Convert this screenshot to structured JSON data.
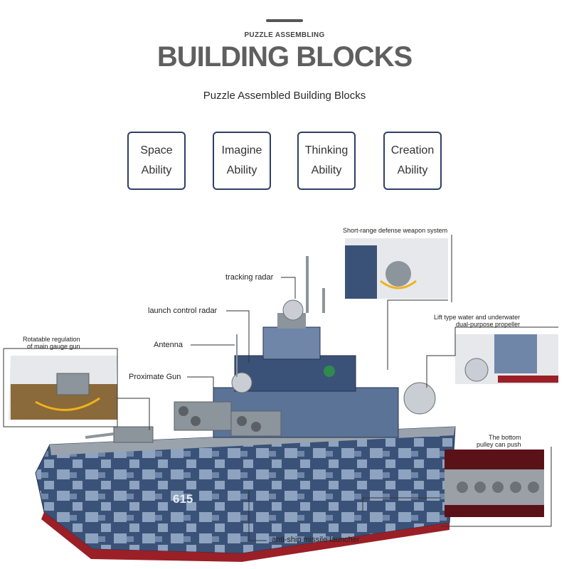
{
  "header": {
    "kicker": "PUZZLE ASSEMBLING",
    "title": "BUILDING BLOCKS",
    "subtitle": "Puzzle Assembled Building Blocks"
  },
  "abilities": [
    {
      "line1": "Space",
      "line2": "Ability"
    },
    {
      "line1": "Imagine",
      "line2": "Ability"
    },
    {
      "line1": "Thinking",
      "line2": "Ability"
    },
    {
      "line1": "Creation",
      "line2": "Ability"
    }
  ],
  "callouts": {
    "short_range": "Short-range defense weapon system",
    "tracking_radar": "tracking radar",
    "launch_control": "launch control radar",
    "antenna": "Antenna",
    "proximate_gun": "Proximate Gun",
    "rotatable_line1": "Rotatable regulation",
    "rotatable_line2": "of main gauge gun",
    "lift_line1": "Lift type water and underwater",
    "lift_line2": "dual-purpose propeller",
    "pulley_line1": "The bottom",
    "pulley_line2": "pulley can push",
    "missile": "anti-ship missile launcher"
  },
  "ship": {
    "hull_number": "615"
  },
  "colors": {
    "navy": "#2f3f68",
    "hull_dark": "#3b5278",
    "hull_light": "#8ea3c0",
    "hull_red": "#9b1f27",
    "steel": "#8c949c"
  }
}
